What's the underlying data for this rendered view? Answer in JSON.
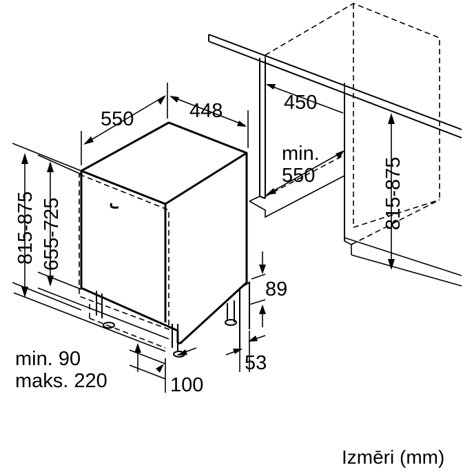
{
  "dimensions": {
    "depth": "550",
    "width": "448",
    "cabinet_depth": "450",
    "min_depth_label": "min.",
    "min_depth_value": "550",
    "niche_height_right": "815-875",
    "niche_height_left": "815-875",
    "panel_height": "655-725",
    "plinth_top": "89",
    "plinth_bottom": "53",
    "plinth_height_min": "min. 90",
    "plinth_height_max": "maks. 220",
    "plinth_offset": "100"
  },
  "caption": "Izmēri (mm)"
}
